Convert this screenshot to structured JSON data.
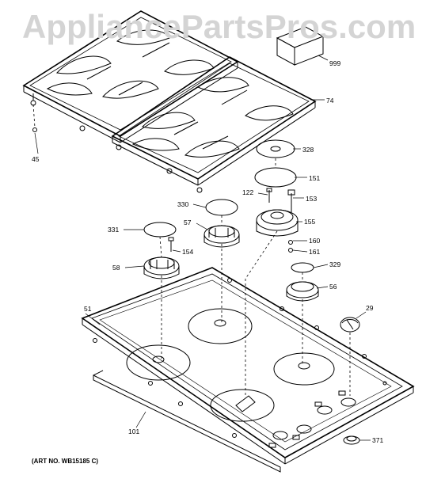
{
  "watermark": "AppliancePartsPros.com",
  "art_number": "(ART NO. WB15185 C)",
  "parts": [
    {
      "id": "p999",
      "label": "999"
    },
    {
      "id": "p74",
      "label": "74"
    },
    {
      "id": "p45",
      "label": "45"
    },
    {
      "id": "p328",
      "label": "328"
    },
    {
      "id": "p151",
      "label": "151"
    },
    {
      "id": "p122",
      "label": "122"
    },
    {
      "id": "p153",
      "label": "153"
    },
    {
      "id": "p330",
      "label": "330"
    },
    {
      "id": "p155",
      "label": "155"
    },
    {
      "id": "p57",
      "label": "57"
    },
    {
      "id": "p331",
      "label": "331"
    },
    {
      "id": "p160",
      "label": "160"
    },
    {
      "id": "p161",
      "label": "161"
    },
    {
      "id": "p154",
      "label": "154"
    },
    {
      "id": "p329",
      "label": "329"
    },
    {
      "id": "p58",
      "label": "58"
    },
    {
      "id": "p56",
      "label": "56"
    },
    {
      "id": "p29",
      "label": "29"
    },
    {
      "id": "p51",
      "label": "51"
    },
    {
      "id": "p101",
      "label": "101"
    },
    {
      "id": "p371",
      "label": "371"
    }
  ]
}
